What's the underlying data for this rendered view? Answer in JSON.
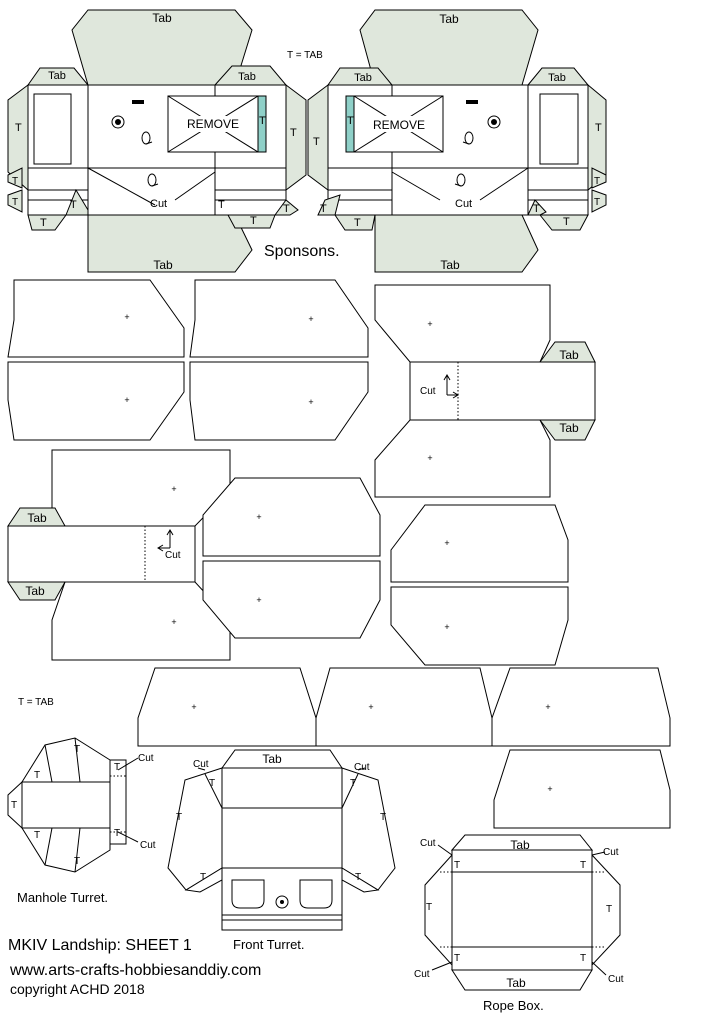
{
  "sheet": {
    "title": "MKIV Landship: SHEET 1",
    "website": "www.arts-crafts-hobbiesanddiy.com",
    "copyright": "copyright ACHD 2018"
  },
  "labels": {
    "tab": "Tab",
    "t": "T",
    "t_equals_tab": "T = TAB",
    "remove": "REMOVE",
    "cut": "Cut",
    "sponsons": "Sponsons.",
    "manhole_turret": "Manhole Turret.",
    "front_turret": "Front Turret.",
    "rope_box": "Rope Box."
  },
  "colors": {
    "tab_fill": "#dfe7dc",
    "remove_strip": "#8fd0c8",
    "outline": "#000000"
  },
  "icons": [
    "lamp-icon",
    "gun-port-icon",
    "arrow-icon"
  ]
}
